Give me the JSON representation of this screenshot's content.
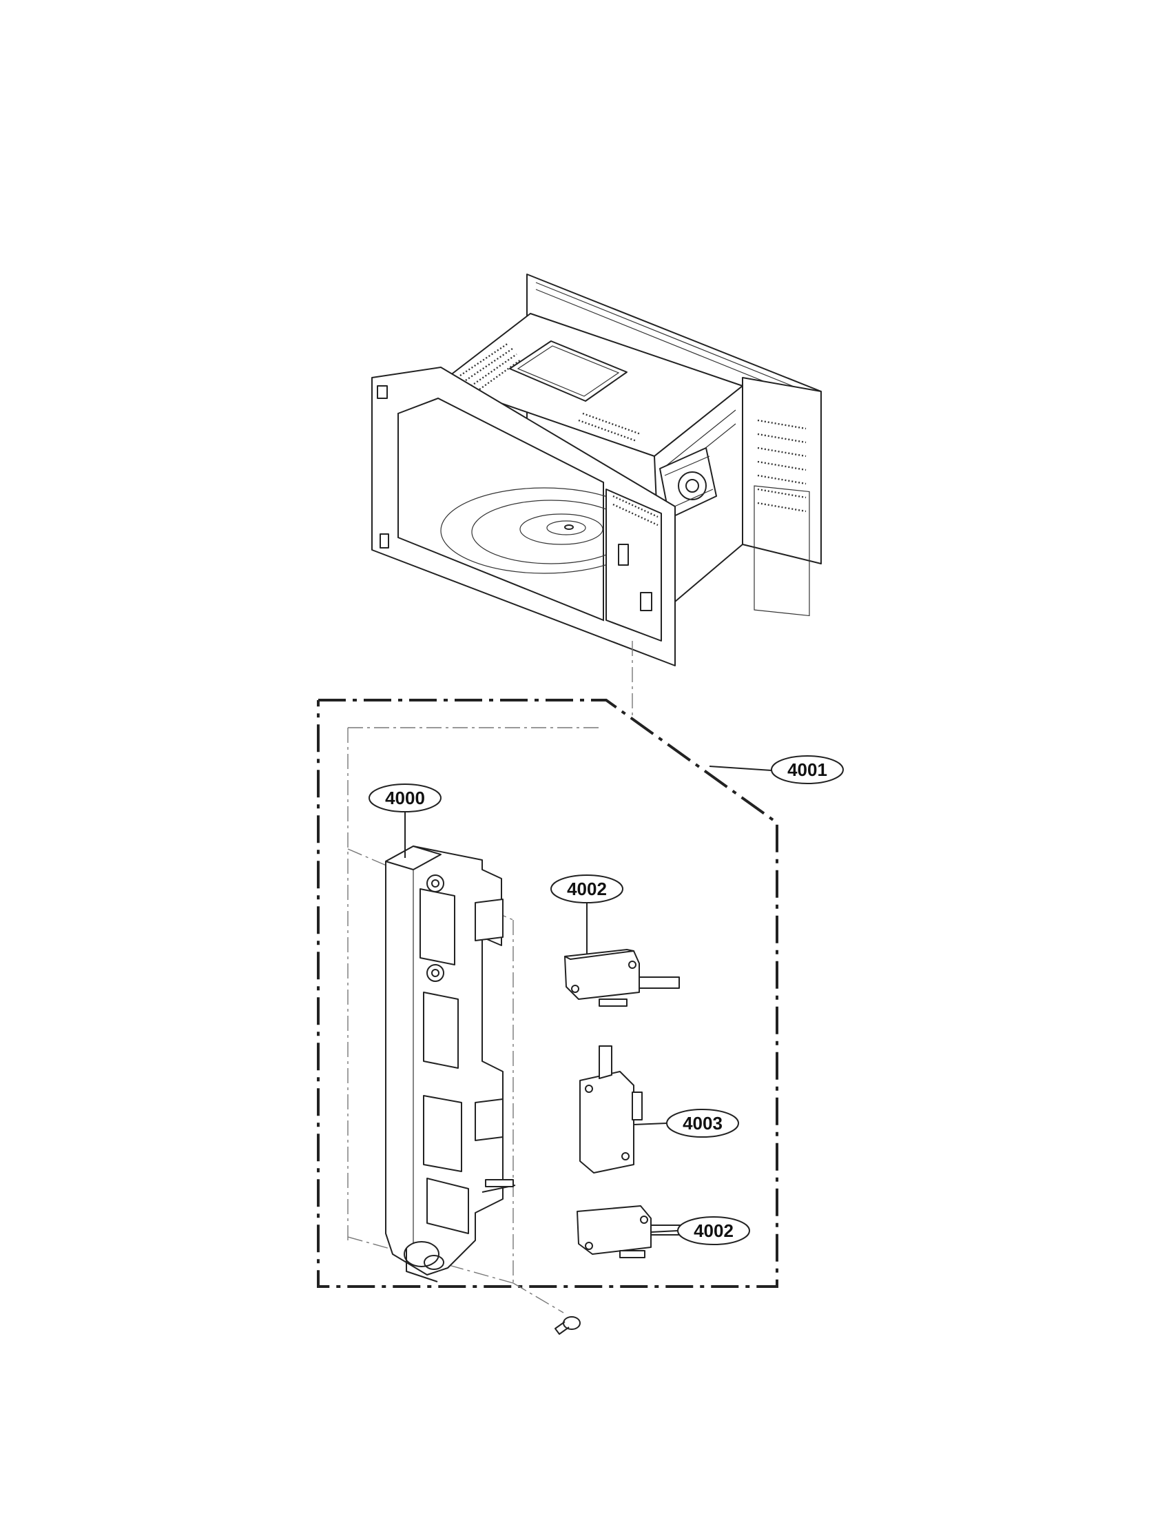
{
  "diagram": {
    "type": "exploded-parts-view",
    "callouts": [
      {
        "id": "c-4001",
        "label": "4001"
      },
      {
        "id": "c-4000",
        "label": "4000"
      },
      {
        "id": "c-4002-top",
        "label": "4002"
      },
      {
        "id": "c-4003",
        "label": "4003"
      },
      {
        "id": "c-4002-bottom",
        "label": "4002"
      }
    ]
  }
}
